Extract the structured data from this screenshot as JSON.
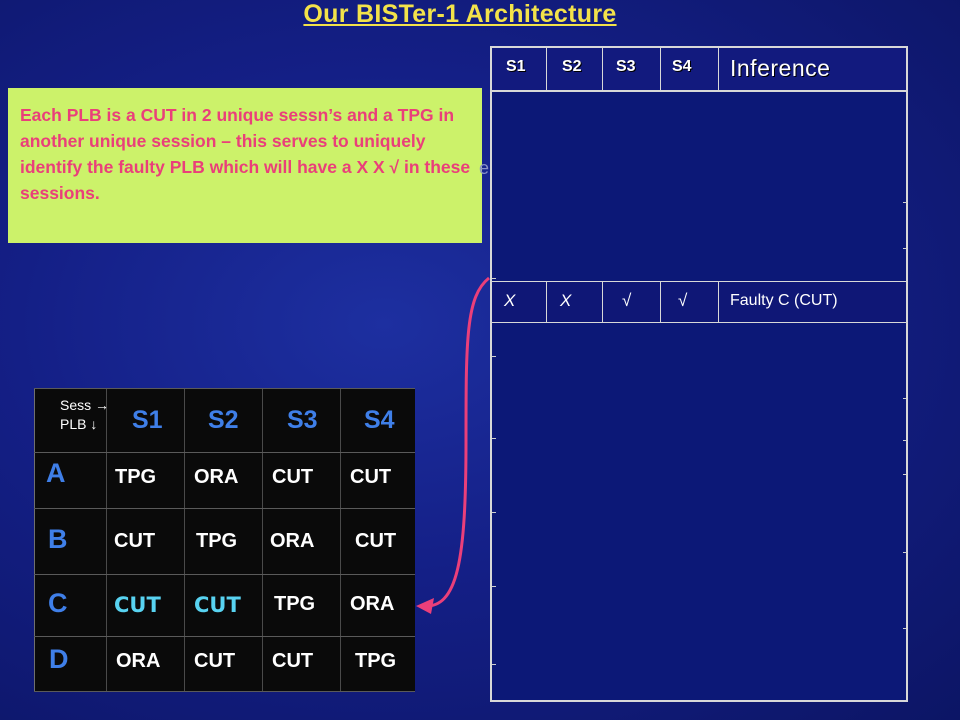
{
  "title": "Our BISTer-1 Architecture",
  "inference": {
    "headers": [
      "S1",
      "S2",
      "S3",
      "S4",
      "Inference"
    ],
    "fault_row": {
      "s1": "X",
      "s2": "X",
      "s3": "√",
      "s4": "√",
      "inference": "Faulty C (CUT)"
    }
  },
  "note": {
    "text": "Each PLB is a CUT in 2 unique sessn’s and a TPG in another unique session – this serves to uniquely identify the faulty PLB which will have a X X √ in these sessions.",
    "ghost_char": "e"
  },
  "plb_table": {
    "sess_label": "Sess →",
    "plb_label": "PLB ↓",
    "sessions": [
      "S1",
      "S2",
      "S3",
      "S4"
    ],
    "rows": [
      {
        "plb": "A",
        "cells": [
          "TPG",
          "ORA",
          "CUT",
          "CUT"
        ]
      },
      {
        "plb": "B",
        "cells": [
          "CUT",
          "TPG",
          "ORA",
          "CUT"
        ]
      },
      {
        "plb": "C",
        "cells": [
          "CUT",
          "CUT",
          "TPG",
          "ORA"
        ]
      },
      {
        "plb": "D",
        "cells": [
          "ORA",
          "CUT",
          "CUT",
          "TPG"
        ]
      }
    ]
  },
  "colors": {
    "accent": "#f3e24a",
    "note_bg": "#ccf26a",
    "note_text": "#ea3f7a",
    "arrow": "#ea3f7a",
    "label_blue": "#3f7fe8"
  }
}
